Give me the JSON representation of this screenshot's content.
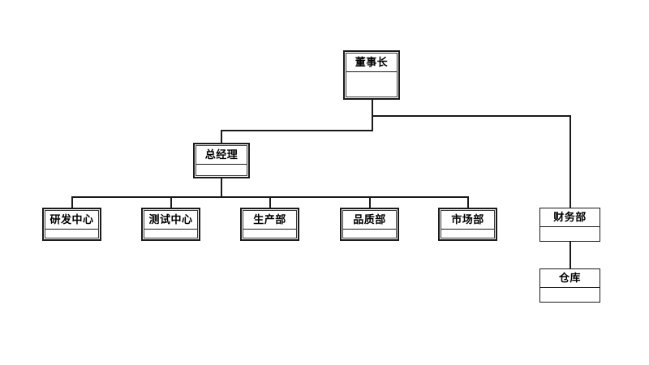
{
  "diagram": {
    "type": "organization-chart",
    "title": "",
    "background_color": "#ffffff",
    "line_color": "#1a1a1a",
    "text_color": "#000000"
  },
  "nodes": {
    "chairman": {
      "label": "董事长",
      "sub": "",
      "style": "double"
    },
    "gm": {
      "label": "总经理",
      "sub": "",
      "style": "double"
    },
    "rd": {
      "label": "研发中心",
      "sub": "",
      "style": "double"
    },
    "qa": {
      "label": "测试中心",
      "sub": "",
      "style": "double"
    },
    "prod": {
      "label": "生产部",
      "sub": "",
      "style": "double"
    },
    "quality": {
      "label": "品质部",
      "sub": "",
      "style": "double"
    },
    "market": {
      "label": "市场部",
      "sub": "",
      "style": "double"
    },
    "finance": {
      "label": "财务部",
      "sub": "",
      "style": "single"
    },
    "warehouse": {
      "label": "仓库",
      "sub": "",
      "style": "single"
    }
  },
  "edges": [
    {
      "from": "chairman",
      "to": "gm"
    },
    {
      "from": "chairman",
      "to": "finance"
    },
    {
      "from": "gm",
      "to": "rd"
    },
    {
      "from": "gm",
      "to": "qa"
    },
    {
      "from": "gm",
      "to": "prod"
    },
    {
      "from": "gm",
      "to": "quality"
    },
    {
      "from": "gm",
      "to": "market"
    },
    {
      "from": "finance",
      "to": "warehouse"
    }
  ]
}
